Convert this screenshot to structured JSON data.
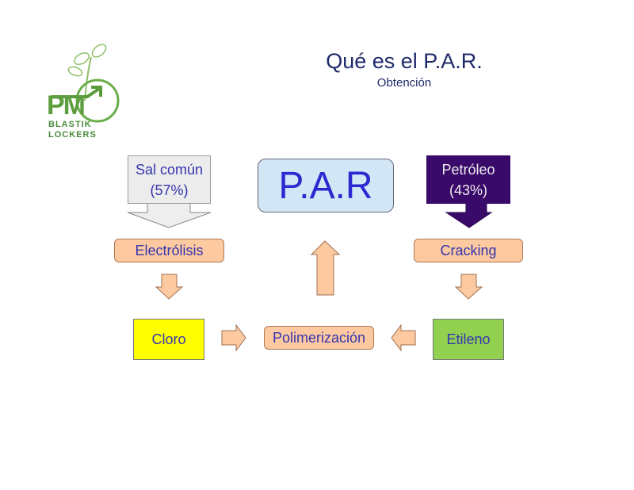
{
  "logo": {
    "text_line1": "PM",
    "text_line2": "BLASTIK",
    "text_line3": "LOCKERS"
  },
  "header": {
    "title": "Qué es el P.A.R.",
    "subtitle": "Obtención"
  },
  "diagram": {
    "sal": {
      "name": "Sal común",
      "percent": "(57%)"
    },
    "petroleo": {
      "name": "Petróleo",
      "percent": "(43%)"
    },
    "par": "P.A.R",
    "electrolisis": "Electrólisis",
    "cracking": "Cracking",
    "cloro": "Cloro",
    "etileno": "Etileno",
    "polimerizacion": "Polimerización"
  },
  "colors": {
    "text": "#3535b0",
    "peach": "#fcc9a0",
    "cloro": "#ffff00",
    "etileno": "#92d050",
    "petroleo": "#3a0a6a",
    "par": "#d3e6f6"
  }
}
